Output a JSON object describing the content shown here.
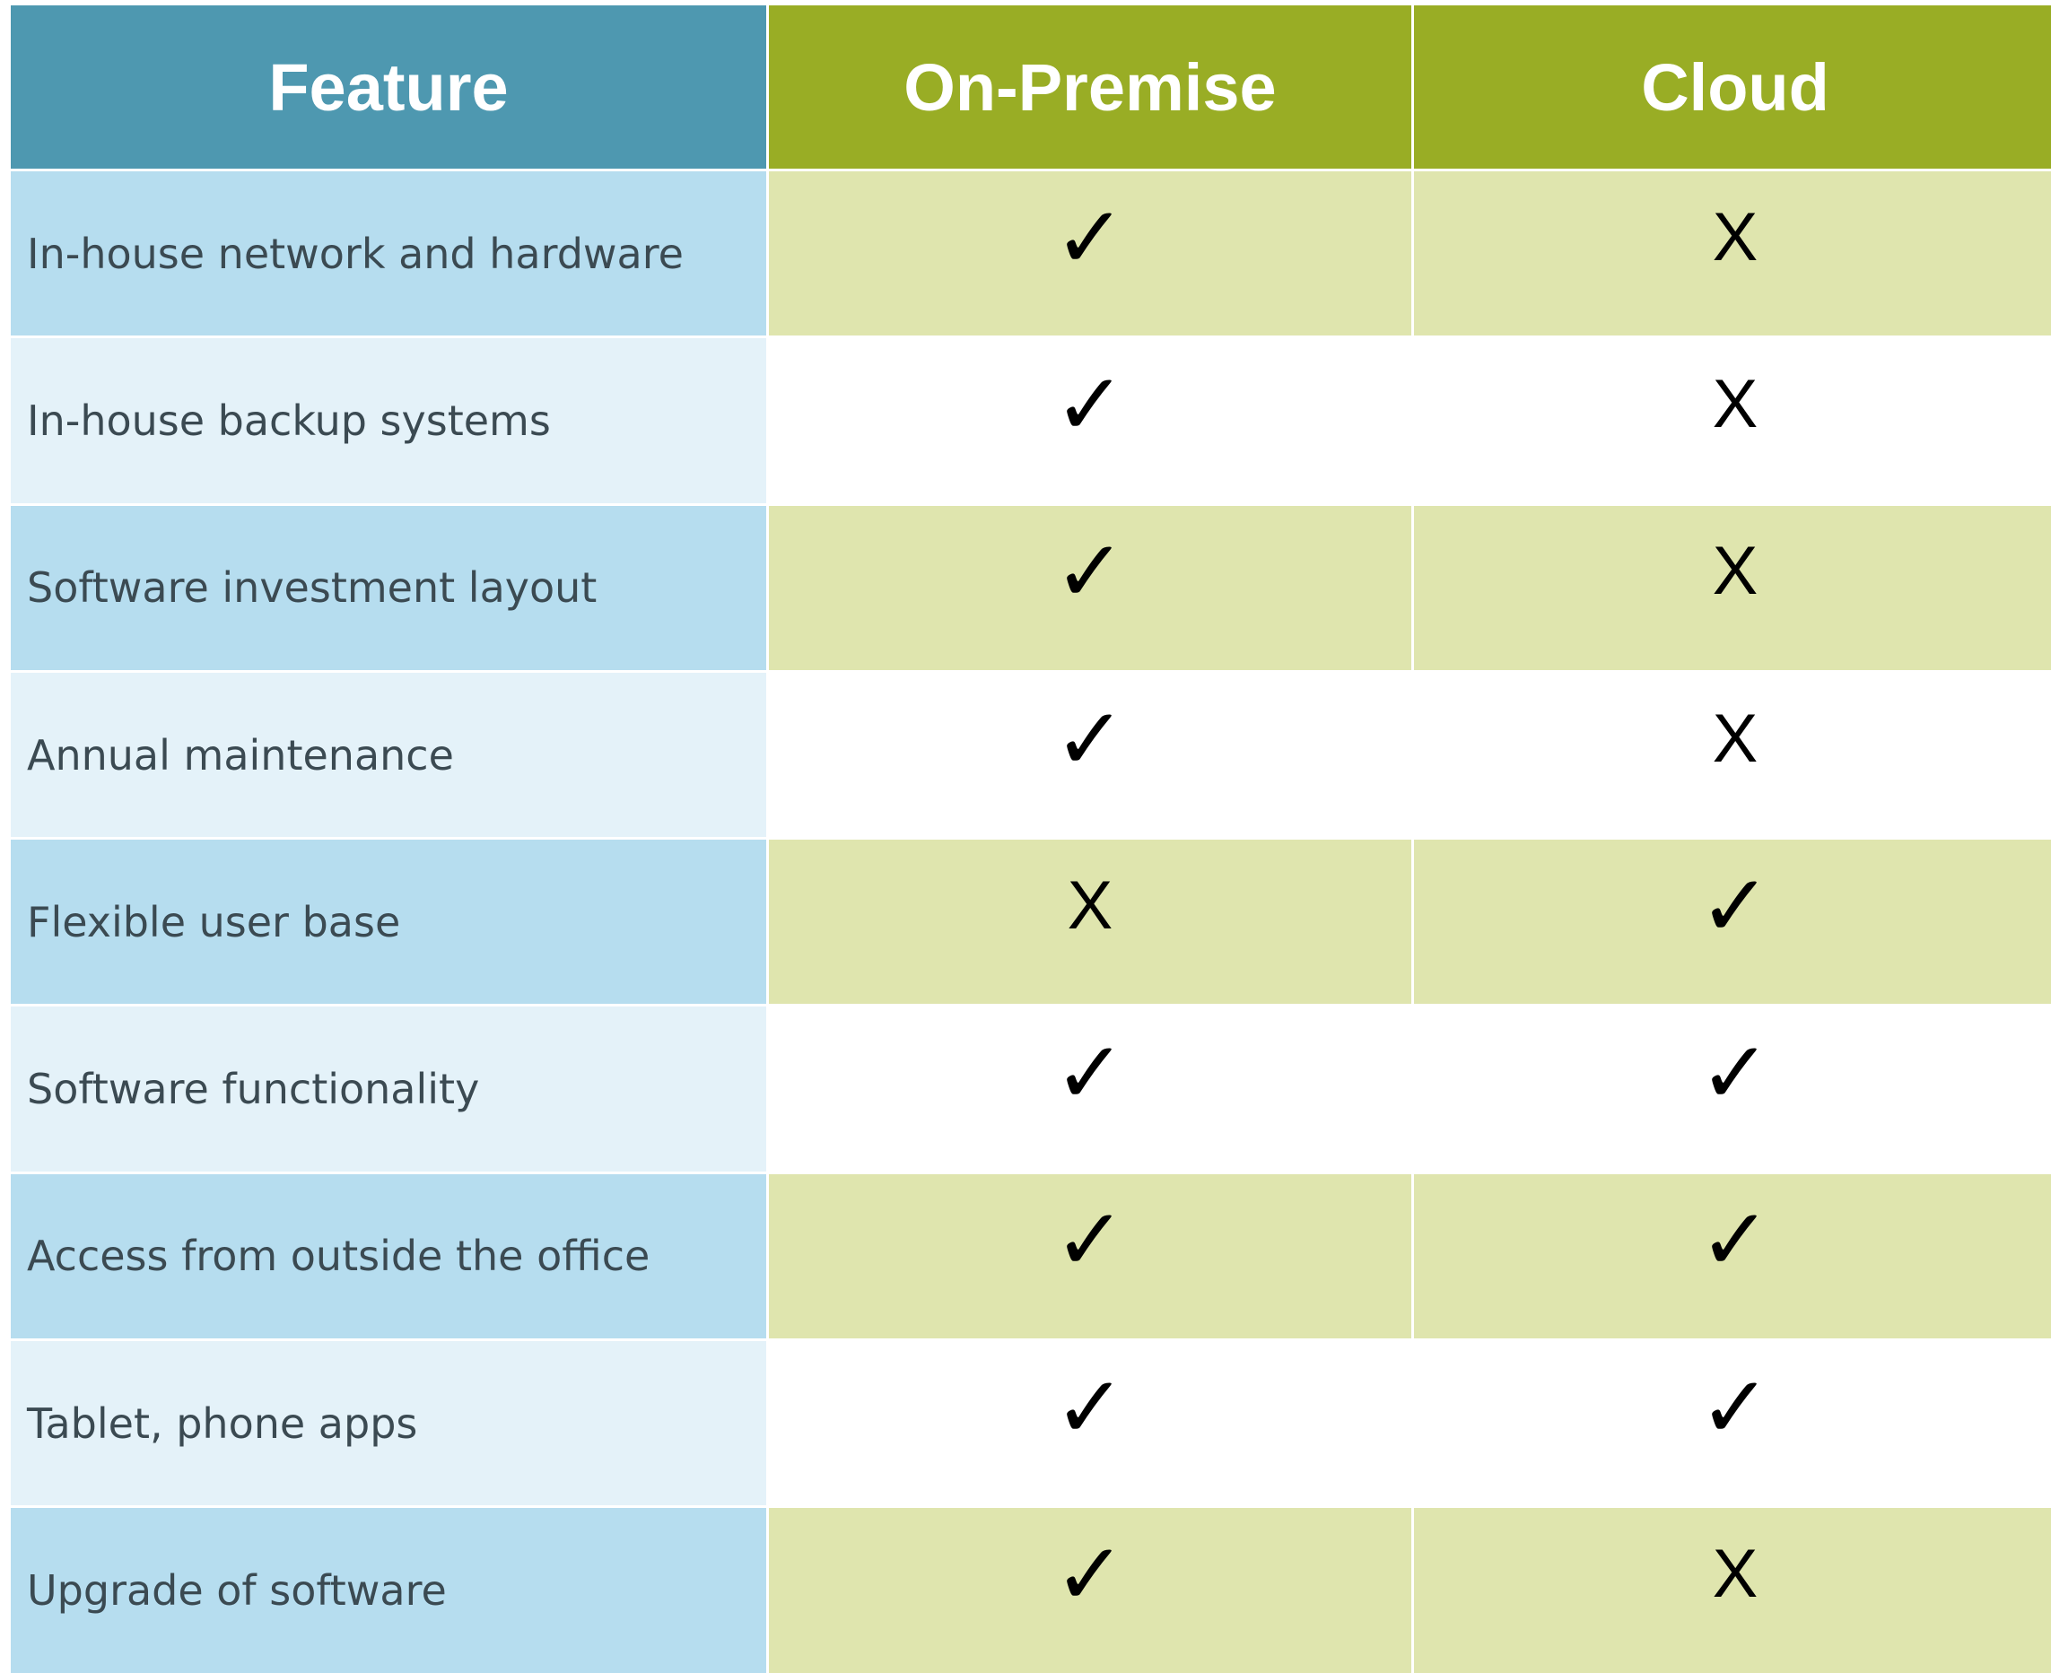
{
  "header": {
    "feature": "Feature",
    "on_premise": "On-Premise",
    "cloud": "Cloud"
  },
  "rows": [
    {
      "feature": "In-house network and hardware",
      "on_premise": "✓",
      "cloud": "X"
    },
    {
      "feature": "In-house backup systems",
      "on_premise": "✓",
      "cloud": "X"
    },
    {
      "feature": "Software investment layout",
      "on_premise": "✓",
      "cloud": "X"
    },
    {
      "feature": "Annual maintenance",
      "on_premise": "✓",
      "cloud": "X"
    },
    {
      "feature": "Flexible user base",
      "on_premise": "X",
      "cloud": "✓"
    },
    {
      "feature": "Software functionality",
      "on_premise": "✓",
      "cloud": "✓"
    },
    {
      "feature": "Access from outside the office",
      "on_premise": "✓",
      "cloud": "✓"
    },
    {
      "feature": "Tablet, phone apps",
      "on_premise": "✓",
      "cloud": "✓"
    },
    {
      "feature": "Upgrade of software",
      "on_premise": "✓",
      "cloud": "X"
    }
  ],
  "colors": {
    "header_feature": "#4e98b0",
    "header_green": "#99ad25",
    "feature_band": "#b6ddef",
    "feature_light": "#e4f2f9",
    "value_band": "#dfe5ae",
    "value_light": "#ffffff",
    "text": "#3b4a52"
  }
}
